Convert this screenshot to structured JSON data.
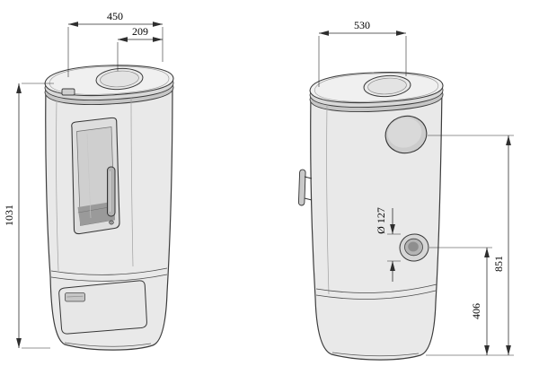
{
  "diagram": {
    "dimensions": {
      "top_width": "450",
      "top_flue_offset": "209",
      "rear_top_width": "530",
      "overall_height": "1031",
      "flue_diameter": "Ø 127",
      "upper_outlet_height": "851",
      "lower_outlet_height": "406"
    },
    "colors": {
      "background": "#ffffff",
      "outline": "#3c3c3c",
      "body_fill": "#e9e9e9",
      "top_plate_fill": "#f0f0f0",
      "glass_fill": "#cfcfcf",
      "firebox_shadow": "#9a9a9a",
      "dimension_line": "#2e2e2e",
      "text": "#000000"
    }
  }
}
